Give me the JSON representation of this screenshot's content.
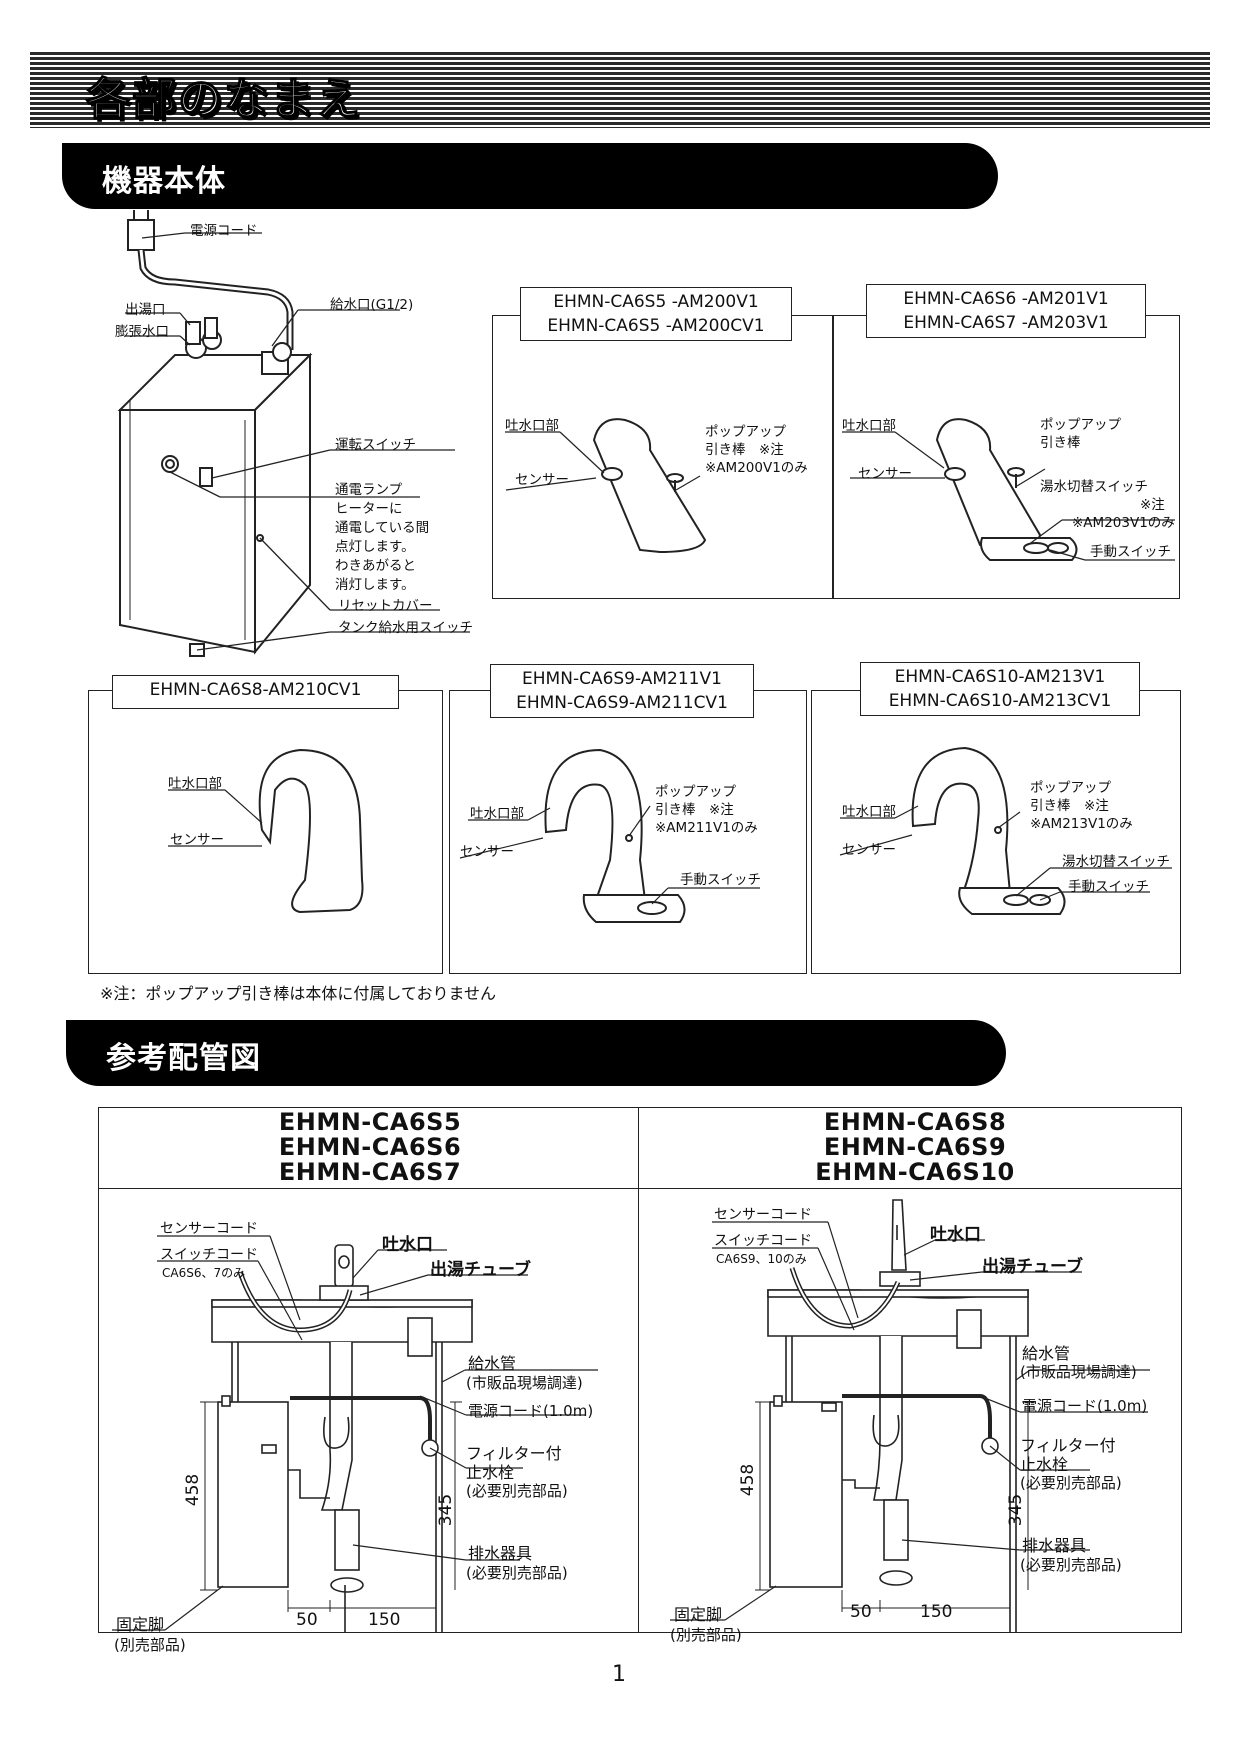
{
  "title": "各部のなまえ",
  "sections": {
    "main_unit": "機器本体",
    "piping": "参考配管図"
  },
  "tank_labels": {
    "power_cord": "電源コード",
    "hot_outlet": "出湯口",
    "expansion_outlet": "膨張水口",
    "water_inlet": "給水口(G1/2)",
    "run_switch": "運転スイッチ",
    "power_lamp": "通電ランプ",
    "lamp_desc": [
      "ヒーターに",
      "通電している間",
      "点灯します。",
      "わきあがると",
      "消灯します。"
    ],
    "reset_cover": "リセットカバー",
    "tank_switch": "タンク給水用スイッチ"
  },
  "panels": {
    "p1": {
      "models": [
        "EHMN-CA6S5 -AM200V1",
        "EHMN-CA6S5 -AM200CV1"
      ],
      "spout": "吐水口部",
      "sensor": "センサー",
      "popup": [
        "ポップアップ",
        "引き棒　※注"
      ],
      "popup_note": "※AM200V1のみ"
    },
    "p2": {
      "models": [
        "EHMN-CA6S6 -AM201V1",
        "EHMN-CA6S7 -AM203V1"
      ],
      "spout": "吐水口部",
      "sensor": "センサー",
      "popup": [
        "ポップアップ",
        "引き棒"
      ],
      "temp_switch": "湯水切替スイッチ",
      "temp_note": [
        "※注",
        "※AM203V1のみ"
      ],
      "manual_switch": "手動スイッチ"
    },
    "p3": {
      "models": [
        "EHMN-CA6S8-AM210CV1"
      ],
      "spout": "吐水口部",
      "sensor": "センサー"
    },
    "p4": {
      "models": [
        "EHMN-CA6S9-AM211V1",
        "EHMN-CA6S9-AM211CV1"
      ],
      "spout": "吐水口部",
      "sensor": "センサー",
      "popup": [
        "ポップアップ",
        "引き棒　※注"
      ],
      "popup_note": "※AM211V1のみ",
      "manual_switch": "手動スイッチ"
    },
    "p5": {
      "models": [
        "EHMN-CA6S10-AM213V1",
        "EHMN-CA6S10-AM213CV1"
      ],
      "spout": "吐水口部",
      "sensor": "センサー",
      "popup": [
        "ポップアップ",
        "引き棒　※注"
      ],
      "popup_note": "※AM213V1のみ",
      "temp_switch": "湯水切替スイッチ",
      "manual_switch": "手動スイッチ"
    }
  },
  "footnote": "※注：ポップアップ引き棒は本体に付属しておりません",
  "piping": {
    "left_models": [
      "EHMN-CA6S5",
      "EHMN-CA6S6",
      "EHMN-CA6S7"
    ],
    "right_models": [
      "EHMN-CA6S8",
      "EHMN-CA6S9",
      "EHMN-CA6S10"
    ],
    "left": {
      "sensor_cord": "センサーコード",
      "switch_cord": "スイッチコード",
      "switch_note": "CA6S6、7のみ",
      "spout": "吐水口",
      "hot_tube": "出湯チューブ",
      "supply": "給水管",
      "supply_note": "(市販品現場調達)",
      "cord": "電源コード(1.0m)",
      "filter": [
        "フィルター付",
        "止水栓"
      ],
      "filter_note": "(必要別売部品)",
      "drain": "排水器具",
      "drain_note": "(必要別売部品)",
      "foot": "固定脚",
      "foot_note": "(別売部品)",
      "dim_h1": "458",
      "dim_h2": "345",
      "dim_w1": "50",
      "dim_w2": "150"
    },
    "right": {
      "sensor_cord": "センサーコード",
      "switch_cord": "スイッチコード",
      "switch_note": "CA6S9、10のみ",
      "spout": "吐水口",
      "hot_tube": "出湯チューブ",
      "supply": "給水管",
      "supply_note": "(市販品現場調達)",
      "cord": "電源コード(1.0m)",
      "filter": [
        "フィルター付",
        "止水栓"
      ],
      "filter_note": "(必要別売部品)",
      "drain": "排水器具",
      "drain_note": "(必要別売部品)",
      "foot": "固定脚",
      "foot_note": "(別売部品)",
      "dim_h1": "458",
      "dim_h2": "345",
      "dim_w1": "50",
      "dim_w2": "150"
    }
  },
  "page_number": "1"
}
